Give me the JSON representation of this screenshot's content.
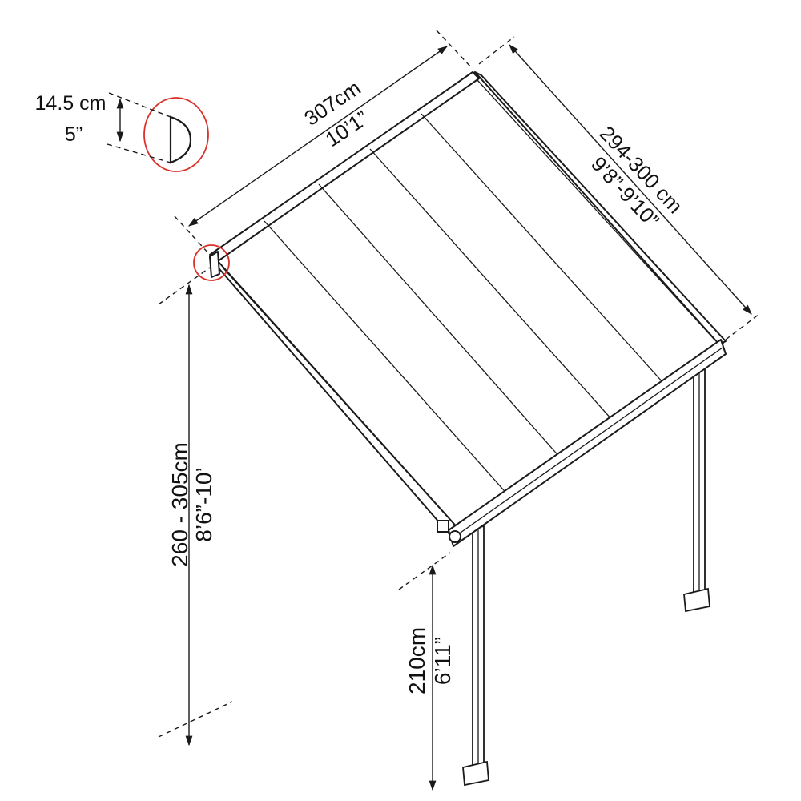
{
  "labels": {
    "width_cm": "307cm",
    "width_ft": "10’1”",
    "depth_cm": "294-300 cm",
    "depth_ft": "9’8”-9’10”",
    "rear_height_cm": "260 - 305cm",
    "rear_height_ft": "8’6”-10’",
    "front_height_cm": "210cm",
    "front_height_ft": "6’11”",
    "gutter_cm": "14.5 cm",
    "gutter_in": "5”"
  },
  "style": {
    "line_color": "#1a1a1a",
    "callout_color": "#d9322b",
    "background": "#ffffff"
  },
  "parts": {
    "roof_panels": 5,
    "posts": 2
  }
}
